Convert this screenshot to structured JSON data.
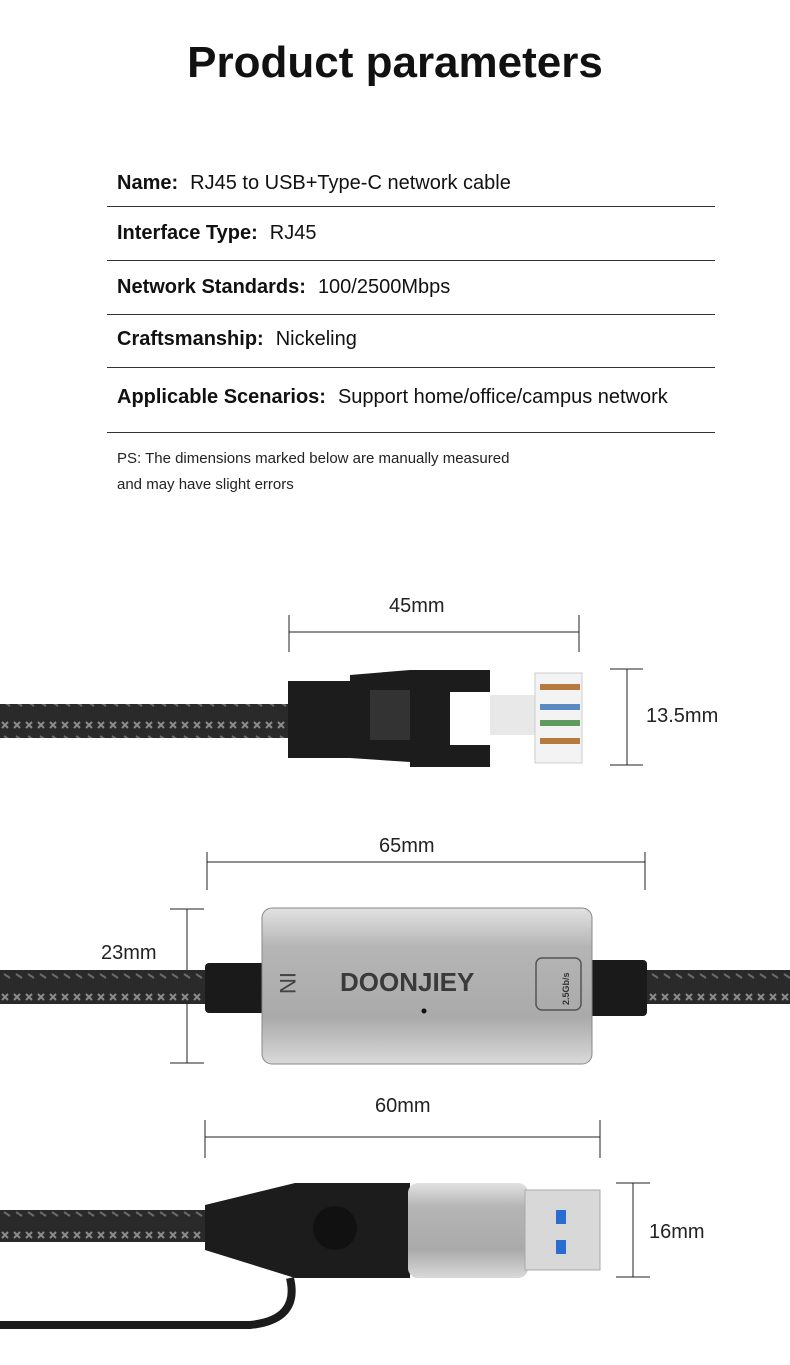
{
  "title": "Product parameters",
  "params": [
    {
      "key": "Name:",
      "value": "RJ45 to USB+Type-C network cable"
    },
    {
      "key": "Interface Type:",
      "value": "RJ45"
    },
    {
      "key": "Network Standards:",
      "value": "100/2500Mbps"
    },
    {
      "key": "Craftsmanship:",
      "value": "Nickeling"
    },
    {
      "key": "Applicable Scenarios:",
      "value": "Support home/office/campus network"
    }
  ],
  "note": [
    "PS: The dimensions marked below are manually measured",
    "and may have slight errors"
  ],
  "dimensions": {
    "rj45_length": "45mm",
    "rj45_height": "13.5mm",
    "adapter_length": "65mm",
    "adapter_height": "23mm",
    "usb_length": "60mm",
    "usb_height": "16mm"
  },
  "adapter": {
    "brand": "DOONJIEY",
    "port_label": "IN",
    "speed_badge": "2.5Gb/s"
  }
}
